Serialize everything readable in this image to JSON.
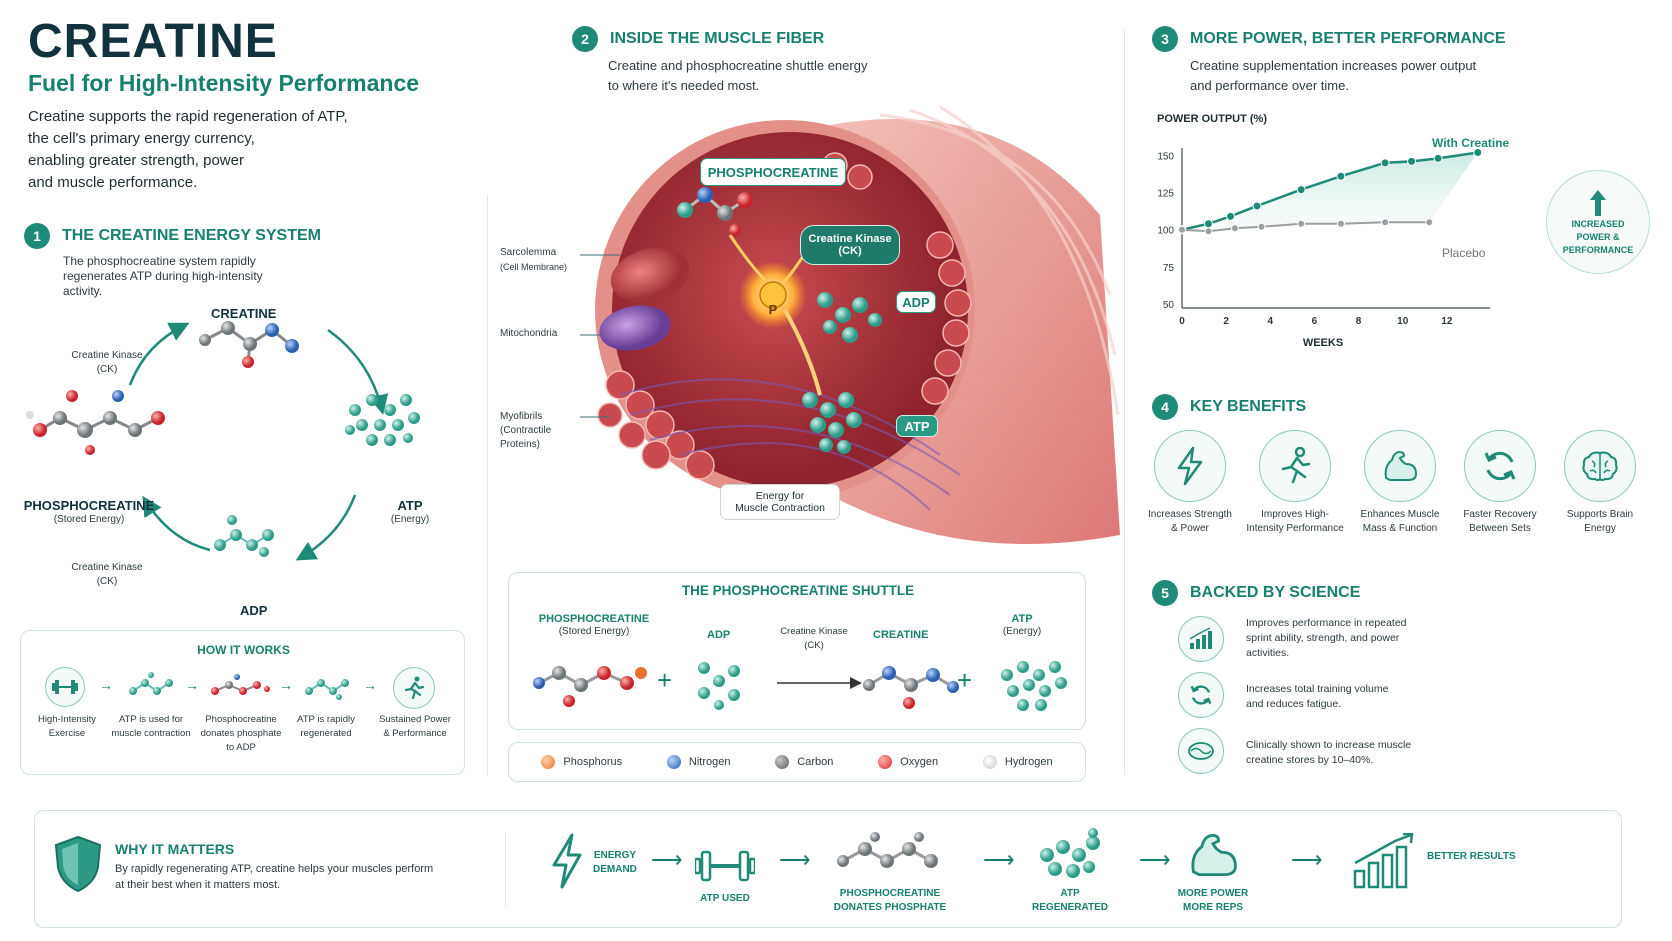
{
  "header": {
    "title": "CREATINE",
    "subtitle": "Fuel for High-Intensity Performance",
    "intro": [
      "Creatine supports the rapid regeneration of ATP,",
      "the cell's primary energy currency,",
      "enabling greater strength, power",
      "and muscle performance."
    ]
  },
  "section1": {
    "number": "1",
    "title": "THE CREATINE ENERGY SYSTEM",
    "desc": [
      "The phosphocreatine system rapidly",
      "regenerates ATP during high-intensity",
      "activity."
    ],
    "cycle": {
      "creatine": "CREATINE",
      "atp": "ATP",
      "atp_sub": "(Energy)",
      "adp": "ADP",
      "pcr": "PHOSPHOCREATINE",
      "pcr_sub": "(Stored Energy)",
      "ck_top": [
        "Creatine Kinase",
        "(CK)"
      ],
      "ck_bottom": [
        "Creatine Kinase",
        "(CK)"
      ]
    },
    "how": {
      "title": "HOW IT WORKS",
      "steps": [
        [
          "High-Intensity",
          "Exercise"
        ],
        [
          "ATP is used for",
          "muscle contraction"
        ],
        [
          "Phosphocreatine",
          "donates phosphate",
          "to ADP"
        ],
        [
          "ATP is rapidly",
          "regenerated"
        ],
        [
          "Sustained Power",
          "& Performance"
        ]
      ]
    }
  },
  "section2": {
    "number": "2",
    "title": "INSIDE THE MUSCLE FIBER",
    "desc": [
      "Creatine and phosphocreatine shuttle energy",
      "to where it's needed most."
    ],
    "labels": {
      "sarcolemma": [
        "Sarcolemma",
        "(Cell Membrane)"
      ],
      "mitochondria": "Mitochondria",
      "myofibrils": [
        "Myofibrils",
        "(Contractile",
        "Proteins)"
      ],
      "phosphocreatine": "PHOSPHOCREATINE",
      "ck": [
        "Creatine Kinase",
        "(CK)"
      ],
      "p": "P",
      "adp": "ADP",
      "atp": "ATP",
      "energy": [
        "Energy for",
        "Muscle Contraction"
      ]
    },
    "shuttle": {
      "title": "THE PHOSPHOCREATINE SHUTTLE",
      "pcr": "PHOSPHOCREATINE",
      "pcr_sub": "(Stored Energy)",
      "adp": "ADP",
      "ck": [
        "Creatine Kinase",
        "(CK)"
      ],
      "creatine": "CREATINE",
      "atp": "ATP",
      "atp_sub": "(Energy)",
      "plus": "+"
    },
    "legend": [
      {
        "name": "Phosphorus",
        "color": "#e8732e"
      },
      {
        "name": "Nitrogen",
        "color": "#2a5fb0"
      },
      {
        "name": "Carbon",
        "color": "#555a5e"
      },
      {
        "name": "Oxygen",
        "color": "#d9282e"
      },
      {
        "name": "Hydrogen",
        "color": "#d9d9d9"
      }
    ]
  },
  "section3": {
    "number": "3",
    "title": "MORE POWER, BETTER PERFORMANCE",
    "desc": [
      "Creatine supplementation increases power output",
      "and performance over time."
    ],
    "badge": [
      "INCREASED",
      "POWER &",
      "PERFORMANCE"
    ]
  },
  "chart_data": {
    "type": "line",
    "ylabel": "POWER OUTPUT (%)",
    "xlabel": "WEEKS",
    "xlim": [
      0,
      13.5
    ],
    "ylim": [
      50,
      155
    ],
    "xticks": [
      0,
      2,
      4,
      6,
      8,
      10,
      12
    ],
    "yticks": [
      50,
      75,
      100,
      125,
      150
    ],
    "grid": false,
    "series": [
      {
        "name": "With Creatine",
        "color": "#1f8a77",
        "x": [
          0,
          1.2,
          2.2,
          3.4,
          5.4,
          7.2,
          9.2,
          10.4,
          11.6,
          13.4
        ],
        "y": [
          100,
          104,
          109,
          116,
          127,
          136,
          145,
          146,
          148,
          152
        ]
      },
      {
        "name": "Placebo",
        "color": "#9a9fa1",
        "x": [
          0,
          1.2,
          2.4,
          3.6,
          5.4,
          7.2,
          9.2,
          11.2
        ],
        "y": [
          100,
          99,
          101,
          102,
          104,
          104,
          105,
          105
        ]
      }
    ]
  },
  "section4": {
    "number": "4",
    "title": "KEY BENEFITS",
    "items": [
      {
        "icon": "lightning-icon",
        "label": [
          "Increases Strength",
          "& Power"
        ]
      },
      {
        "icon": "runner-icon",
        "label": [
          "Improves High-",
          "Intensity Performance"
        ]
      },
      {
        "icon": "flexed-arm-icon",
        "label": [
          "Enhances Muscle",
          "Mass & Function"
        ]
      },
      {
        "icon": "recovery-arrows-icon",
        "label": [
          "Faster Recovery",
          "Between Sets"
        ]
      },
      {
        "icon": "brain-icon",
        "label": [
          "Supports Brain",
          "Energy"
        ]
      }
    ]
  },
  "section5": {
    "number": "5",
    "title": "BACKED BY SCIENCE",
    "items": [
      {
        "icon": "bar-growth-icon",
        "text": [
          "Improves performance in repeated",
          "sprint ability, strength, and power",
          "activities."
        ]
      },
      {
        "icon": "cycle-arrows-icon",
        "text": [
          "Increases total training volume",
          "and reduces fatigue."
        ]
      },
      {
        "icon": "muscle-cell-icon",
        "text": [
          "Clinically shown to increase muscle",
          "creatine stores by 10–40%."
        ]
      }
    ]
  },
  "footer": {
    "title": "WHY IT MATTERS",
    "desc": [
      "By rapidly regenerating ATP, creatine helps your muscles perform",
      "at their best when it matters most."
    ],
    "flow": [
      [
        "ENERGY",
        "DEMAND"
      ],
      [
        "ATP USED"
      ],
      [
        "PHOSPHOCREATINE",
        "DONATES PHOSPHATE"
      ],
      [
        "ATP",
        "REGENERATED"
      ],
      [
        "MORE POWER",
        "MORE REPS"
      ],
      [
        "BETTER RESULTS"
      ]
    ]
  }
}
